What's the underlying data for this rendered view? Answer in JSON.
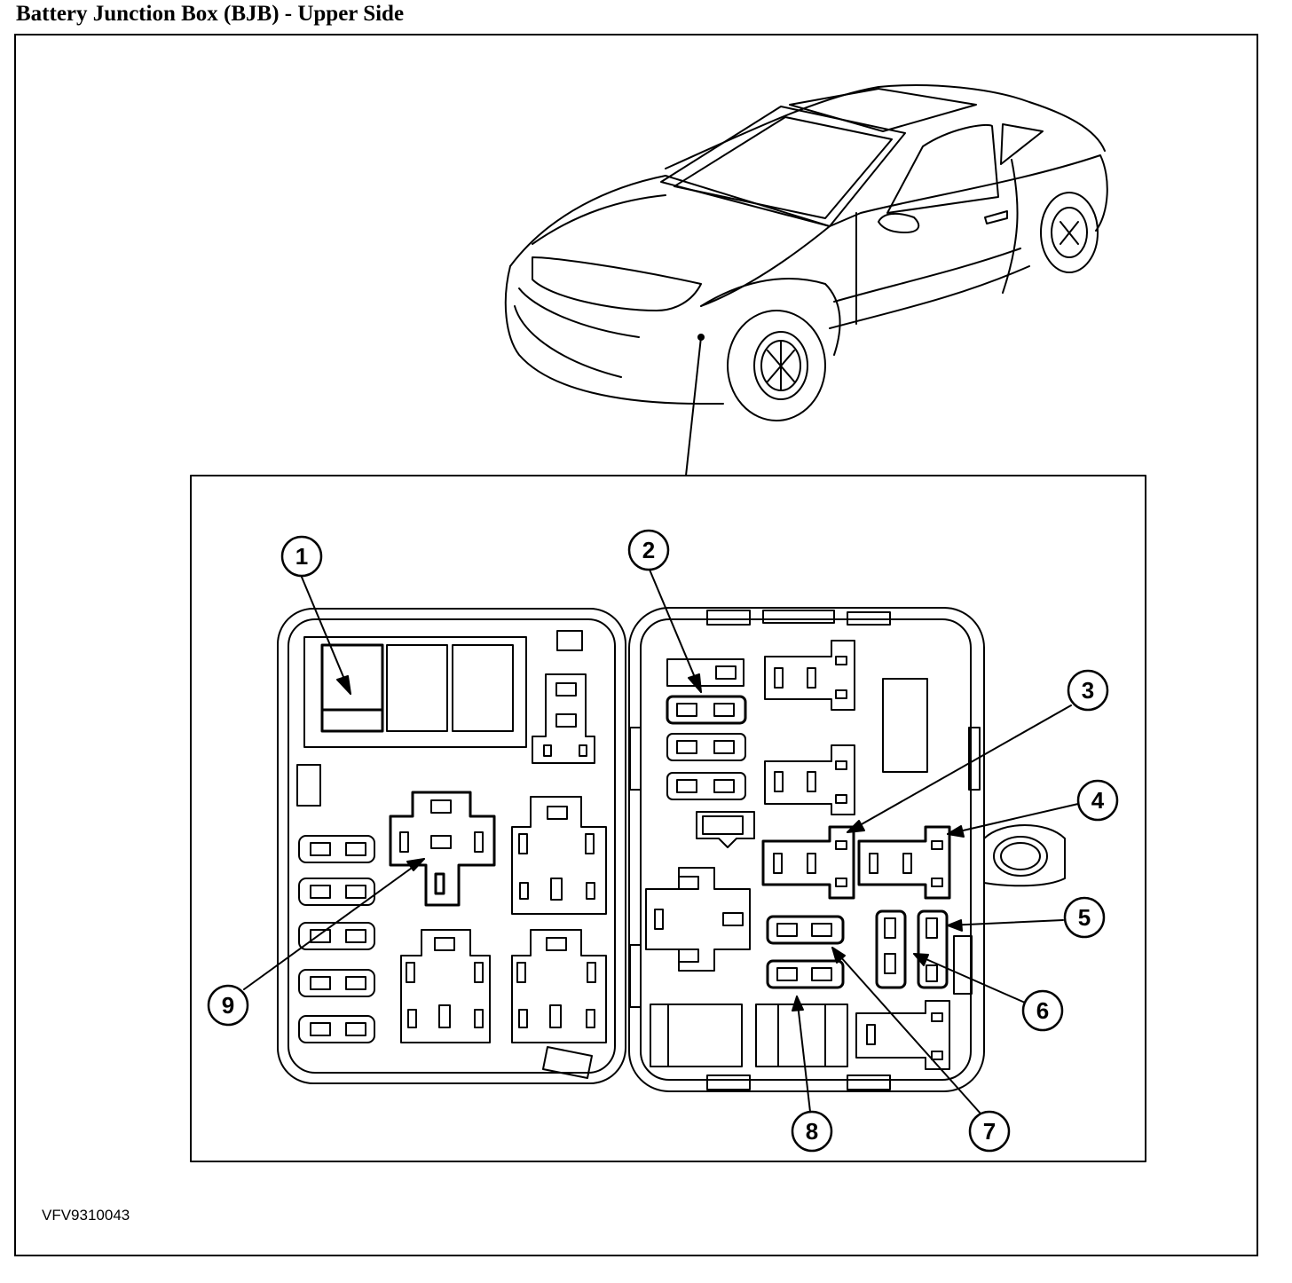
{
  "title": "Battery Junction Box (BJB) - Upper Side",
  "figure_code": "VFV9310043",
  "callouts": [
    "1",
    "2",
    "3",
    "4",
    "5",
    "6",
    "7",
    "8",
    "9"
  ]
}
